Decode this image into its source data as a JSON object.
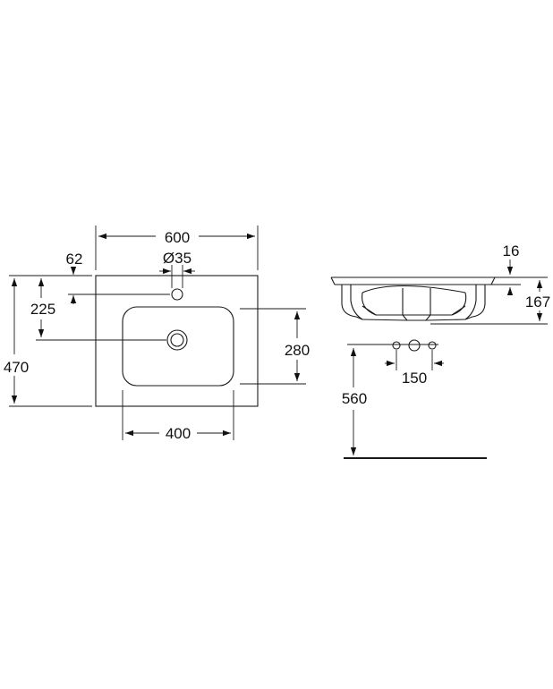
{
  "drawing": {
    "top_view": {
      "width_label": "600",
      "tap_offset_label": "62",
      "tap_hole_label": "Ø35",
      "drain_offset_label": "225",
      "depth_label": "470",
      "bowl_depth_label": "280",
      "bowl_width_label": "400"
    },
    "side_view": {
      "rim_thickness_label": "16",
      "height_label": "167",
      "tap_spacing_label": "150",
      "mount_height_label": "560"
    }
  }
}
